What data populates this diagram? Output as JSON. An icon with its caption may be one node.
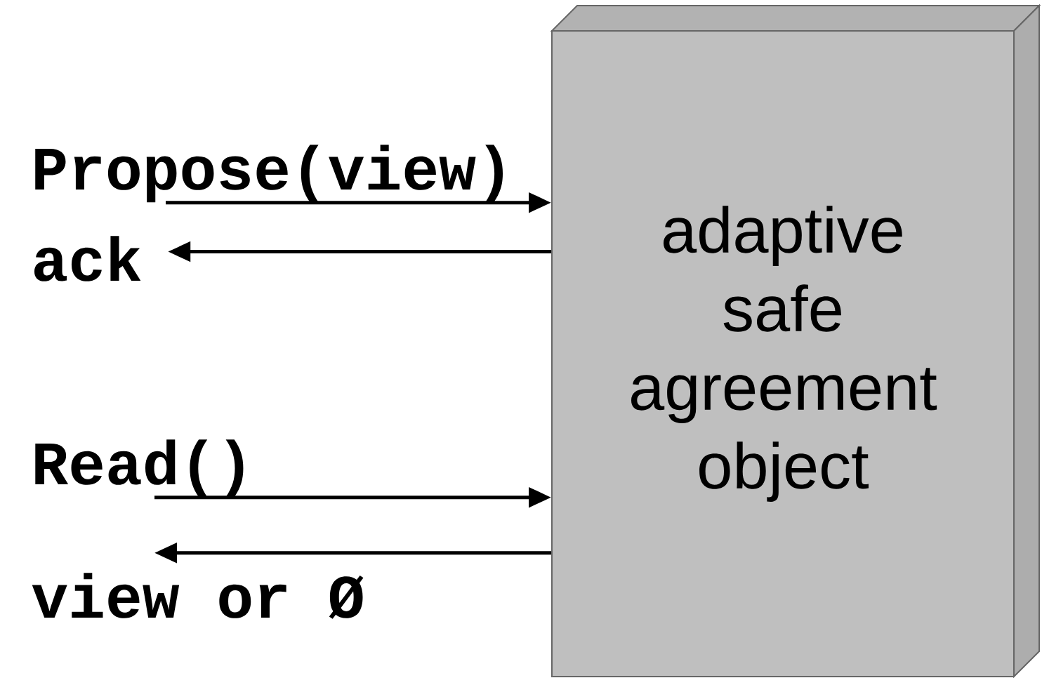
{
  "diagram": {
    "nodes": [
      {
        "text": [
          "adaptive safe agreement object"
        ]
      },
      {
        "text": [
          "Propose(view)"
        ]
      },
      {
        "text": [
          "ack"
        ]
      },
      {
        "text": [
          "Read()"
        ]
      },
      {
        "text": [
          "view or Ø"
        ]
      }
    ],
    "edges": [
      {
        "from": 1,
        "to": 0,
        "arrow": "to"
      },
      {
        "from": 0,
        "to": 2,
        "arrow": "to"
      },
      {
        "from": 3,
        "to": 0,
        "arrow": "to"
      },
      {
        "from": 0,
        "to": 4,
        "arrow": "to"
      }
    ]
  }
}
